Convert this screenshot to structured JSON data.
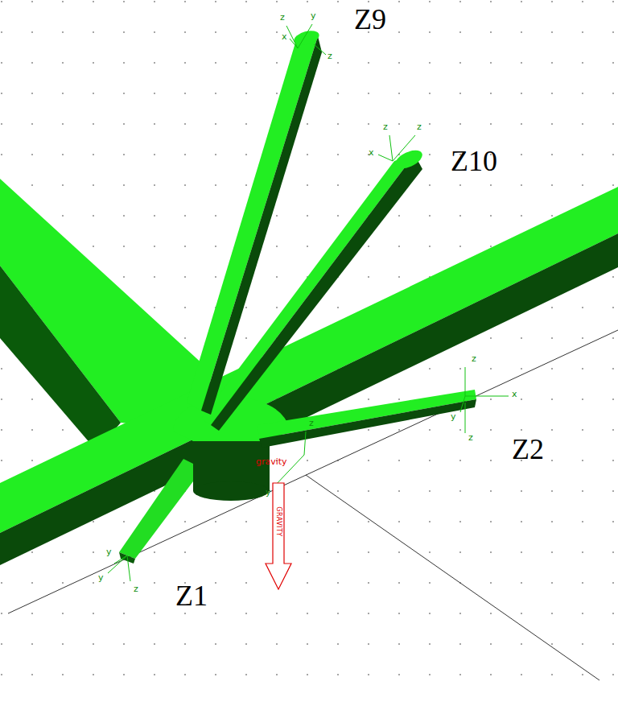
{
  "diagram": {
    "labels": [
      "Z9",
      "Z10",
      "Z2",
      "Z1",
      "gravity",
      "GRAVITY",
      "z",
      "y",
      "x",
      "z",
      "z",
      "z",
      "x",
      "z",
      "x",
      "y",
      "z",
      "y",
      "y",
      "z",
      "z",
      "y"
    ]
  }
}
